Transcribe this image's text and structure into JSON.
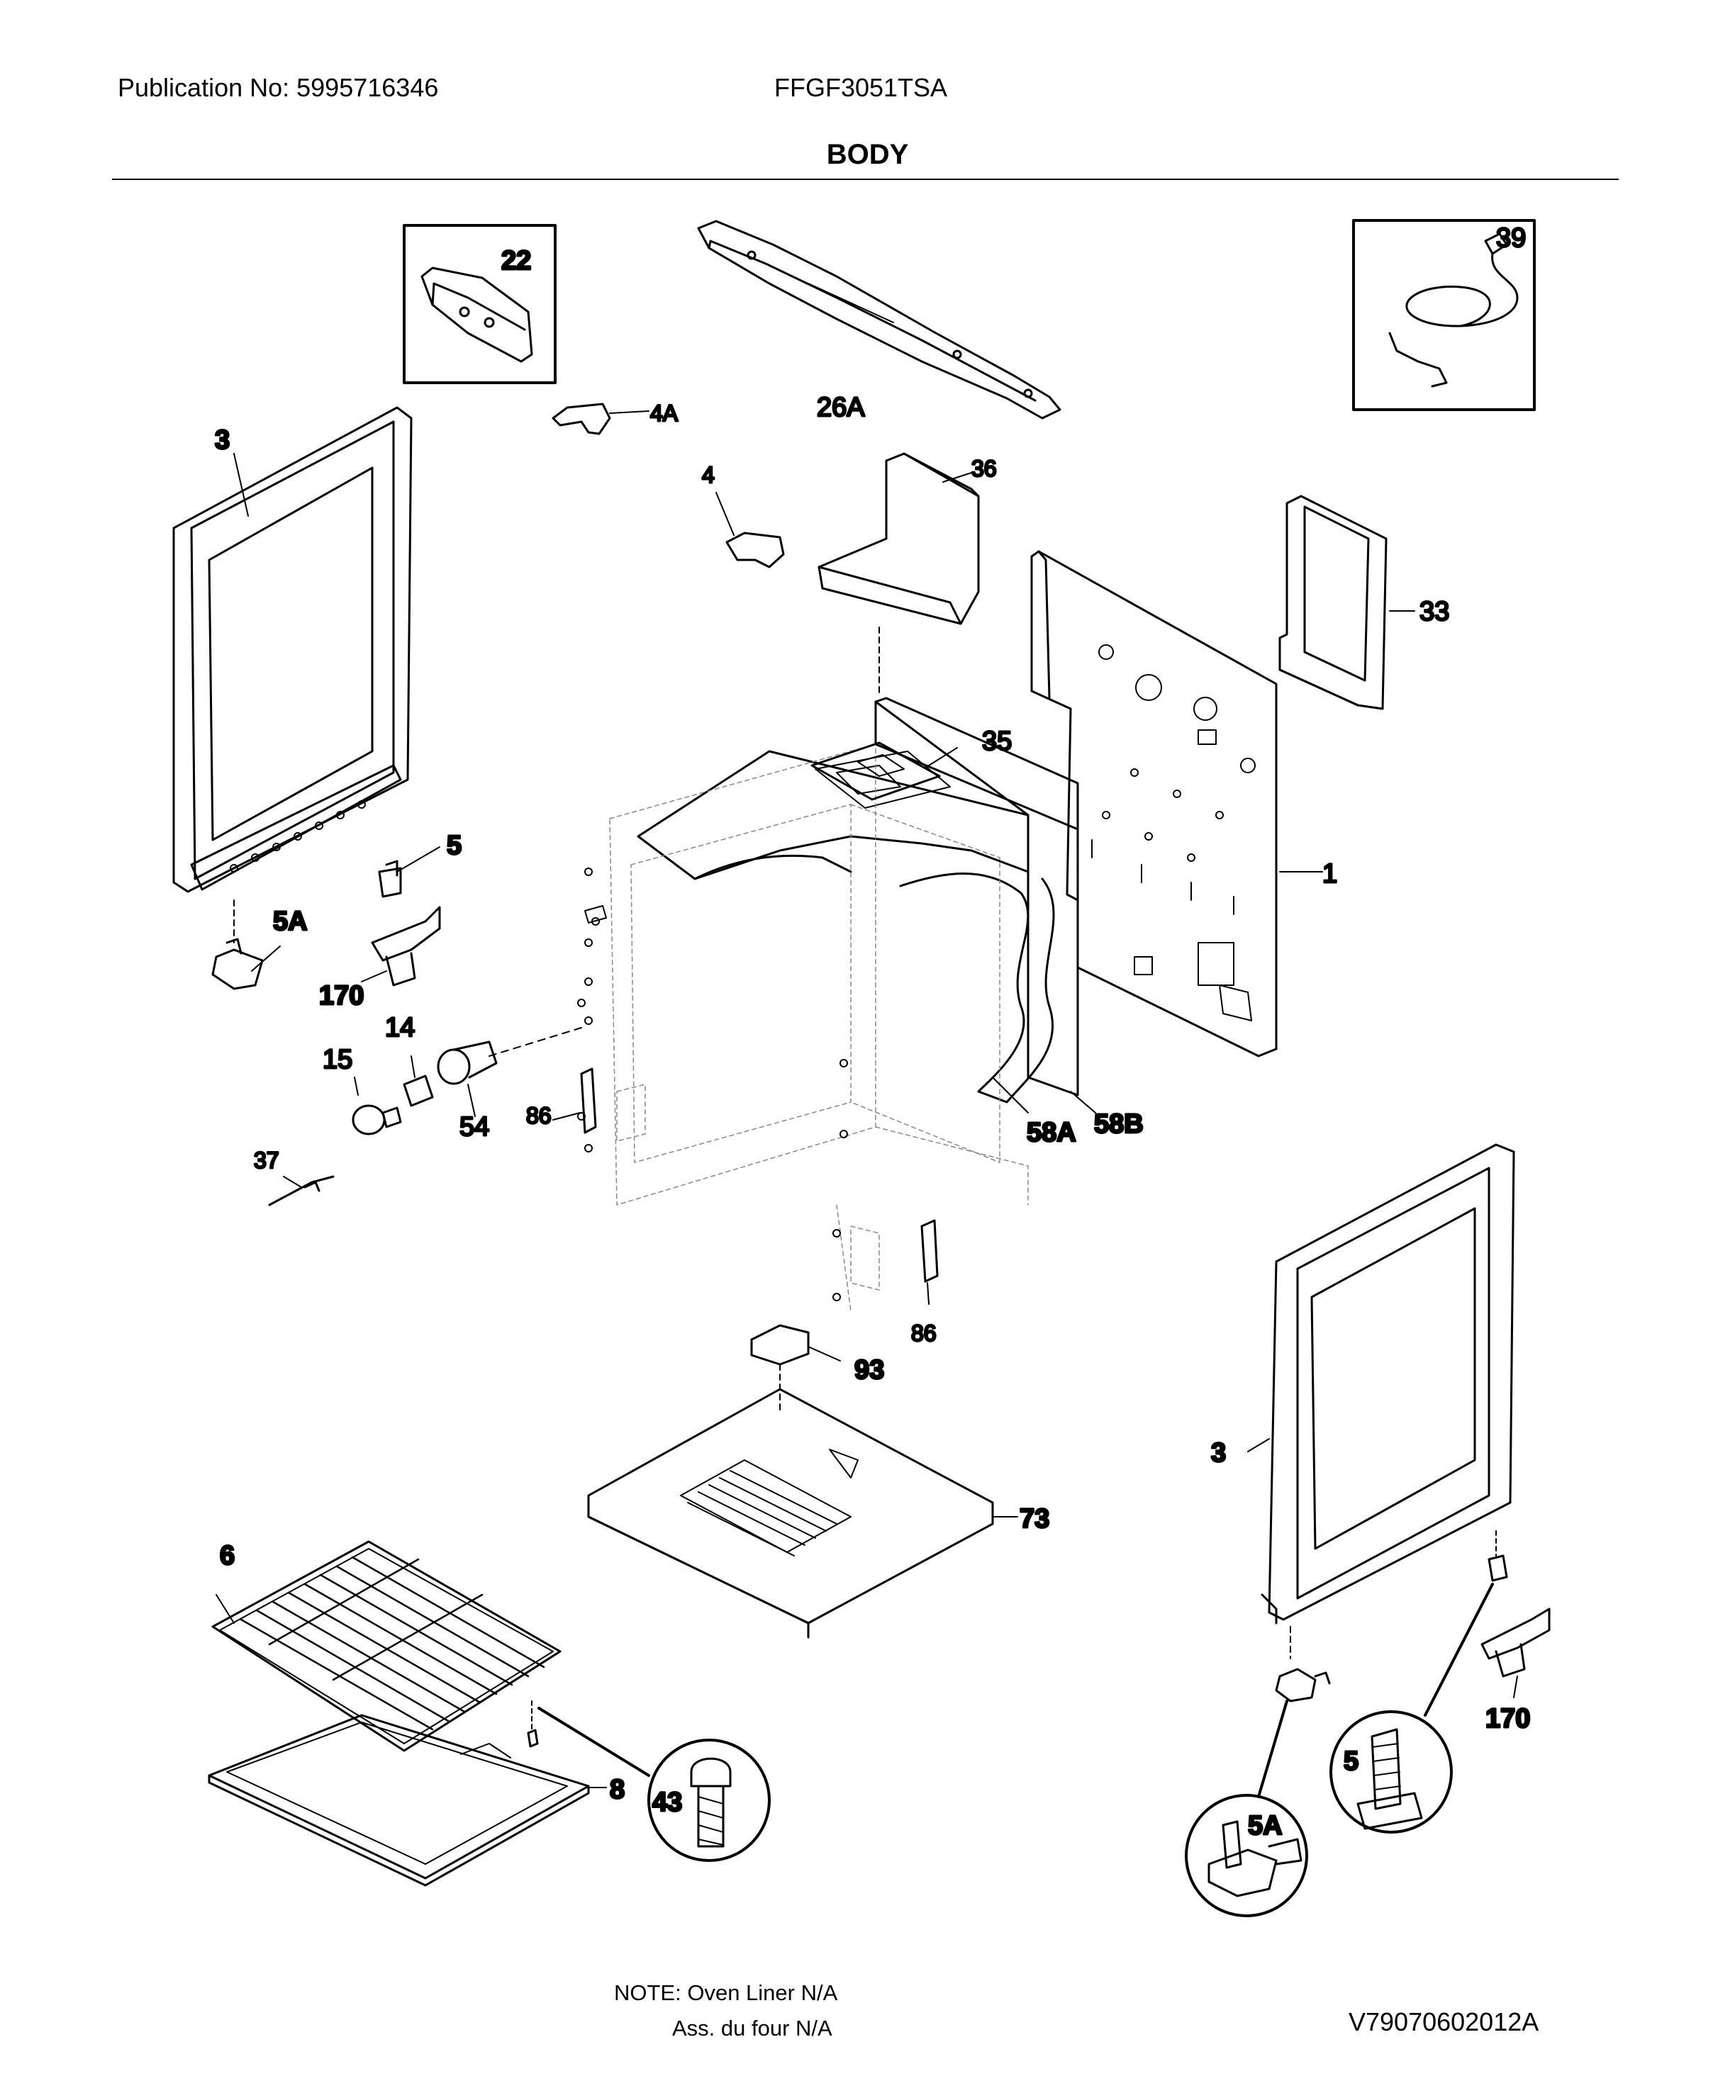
{
  "header": {
    "publication": "Publication No: 5995716346",
    "model": "FFGF3051TSA",
    "title": "BODY"
  },
  "labels": [
    {
      "id": "22",
      "text": "22"
    },
    {
      "id": "26A",
      "text": "26A"
    },
    {
      "id": "39",
      "text": "39"
    },
    {
      "id": "4A",
      "text": "4A"
    },
    {
      "id": "3-left",
      "text": "3"
    },
    {
      "id": "4",
      "text": "4"
    },
    {
      "id": "36",
      "text": "36"
    },
    {
      "id": "33",
      "text": "33"
    },
    {
      "id": "35",
      "text": "35"
    },
    {
      "id": "1",
      "text": "1"
    },
    {
      "id": "5-top",
      "text": "5"
    },
    {
      "id": "5A-top",
      "text": "5A"
    },
    {
      "id": "170-top",
      "text": "170"
    },
    {
      "id": "14",
      "text": "14"
    },
    {
      "id": "15",
      "text": "15"
    },
    {
      "id": "54",
      "text": "54"
    },
    {
      "id": "86-left",
      "text": "86"
    },
    {
      "id": "58A",
      "text": "58A"
    },
    {
      "id": "58B",
      "text": "58B"
    },
    {
      "id": "37",
      "text": "37"
    },
    {
      "id": "86-right",
      "text": "86"
    },
    {
      "id": "93",
      "text": "93"
    },
    {
      "id": "3-right",
      "text": "3"
    },
    {
      "id": "73",
      "text": "73"
    },
    {
      "id": "6",
      "text": "6"
    },
    {
      "id": "170-bottom",
      "text": "170"
    },
    {
      "id": "8",
      "text": "8"
    },
    {
      "id": "43",
      "text": "43"
    },
    {
      "id": "5-bottom",
      "text": "5"
    },
    {
      "id": "5A-bottom",
      "text": "5A"
    }
  ],
  "footer": {
    "note_line1": "NOTE: Oven Liner N/A",
    "note_line2": "Ass. du four N/A",
    "code": "V79070602012A"
  }
}
